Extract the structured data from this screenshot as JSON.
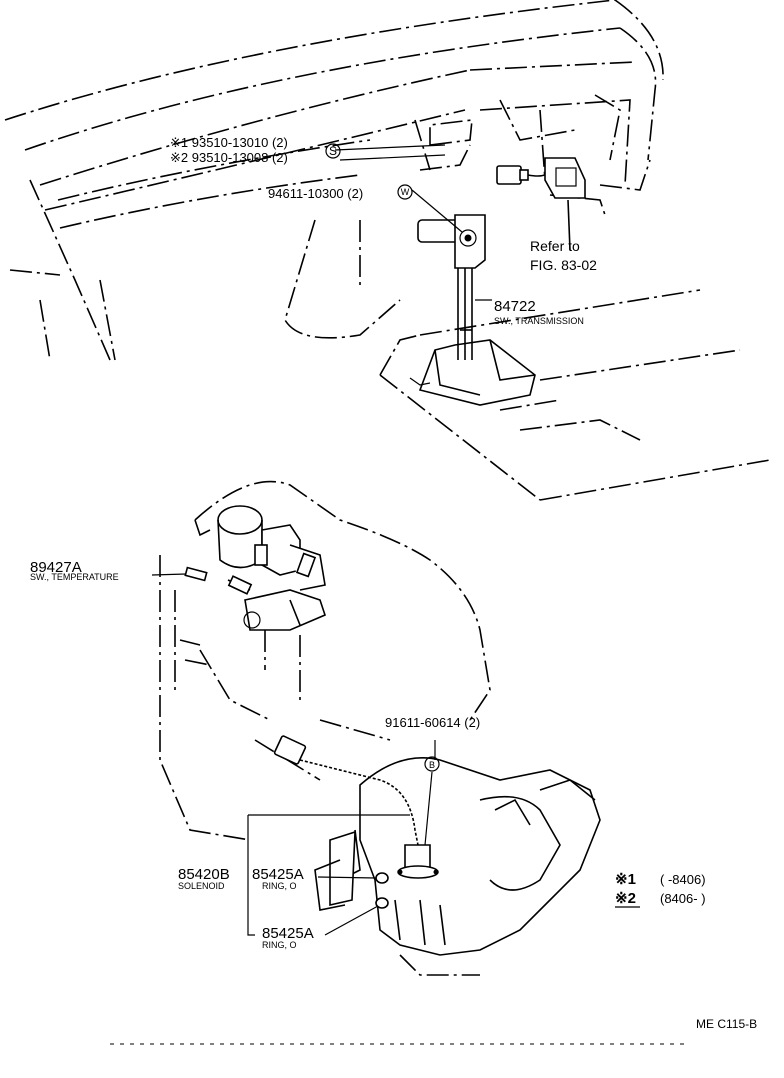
{
  "top_labels": {
    "screw_1": "※1 93510-13010 (2)",
    "screw_2": "※2 93510-13008 (2)",
    "screw_marker": "S",
    "washer": "94611-10300 (2)",
    "washer_marker": "W",
    "refer_line1": "Refer to",
    "refer_line2": "FIG. 83-02",
    "trans_switch_pn": "84722",
    "trans_switch_desc": "SW., TRANSMISSION"
  },
  "bottom_labels": {
    "temp_switch_pn": "89427A",
    "temp_switch_desc": "SW., TEMPERATURE",
    "bolt": "91611-60614 (2)",
    "bolt_marker": "B",
    "solenoid_pn": "85420B",
    "solenoid_desc": "SOLENOID",
    "ring_a_pn": "85425A",
    "ring_a_desc": "RING, O",
    "ring_b_pn": "85425A",
    "ring_b_desc": "RING, O"
  },
  "legend": [
    {
      "mark": "※1",
      "range": "(        -8406)"
    },
    {
      "mark": "※2",
      "range": "(8406-        )"
    }
  ],
  "figure_code": "ME C115-B"
}
